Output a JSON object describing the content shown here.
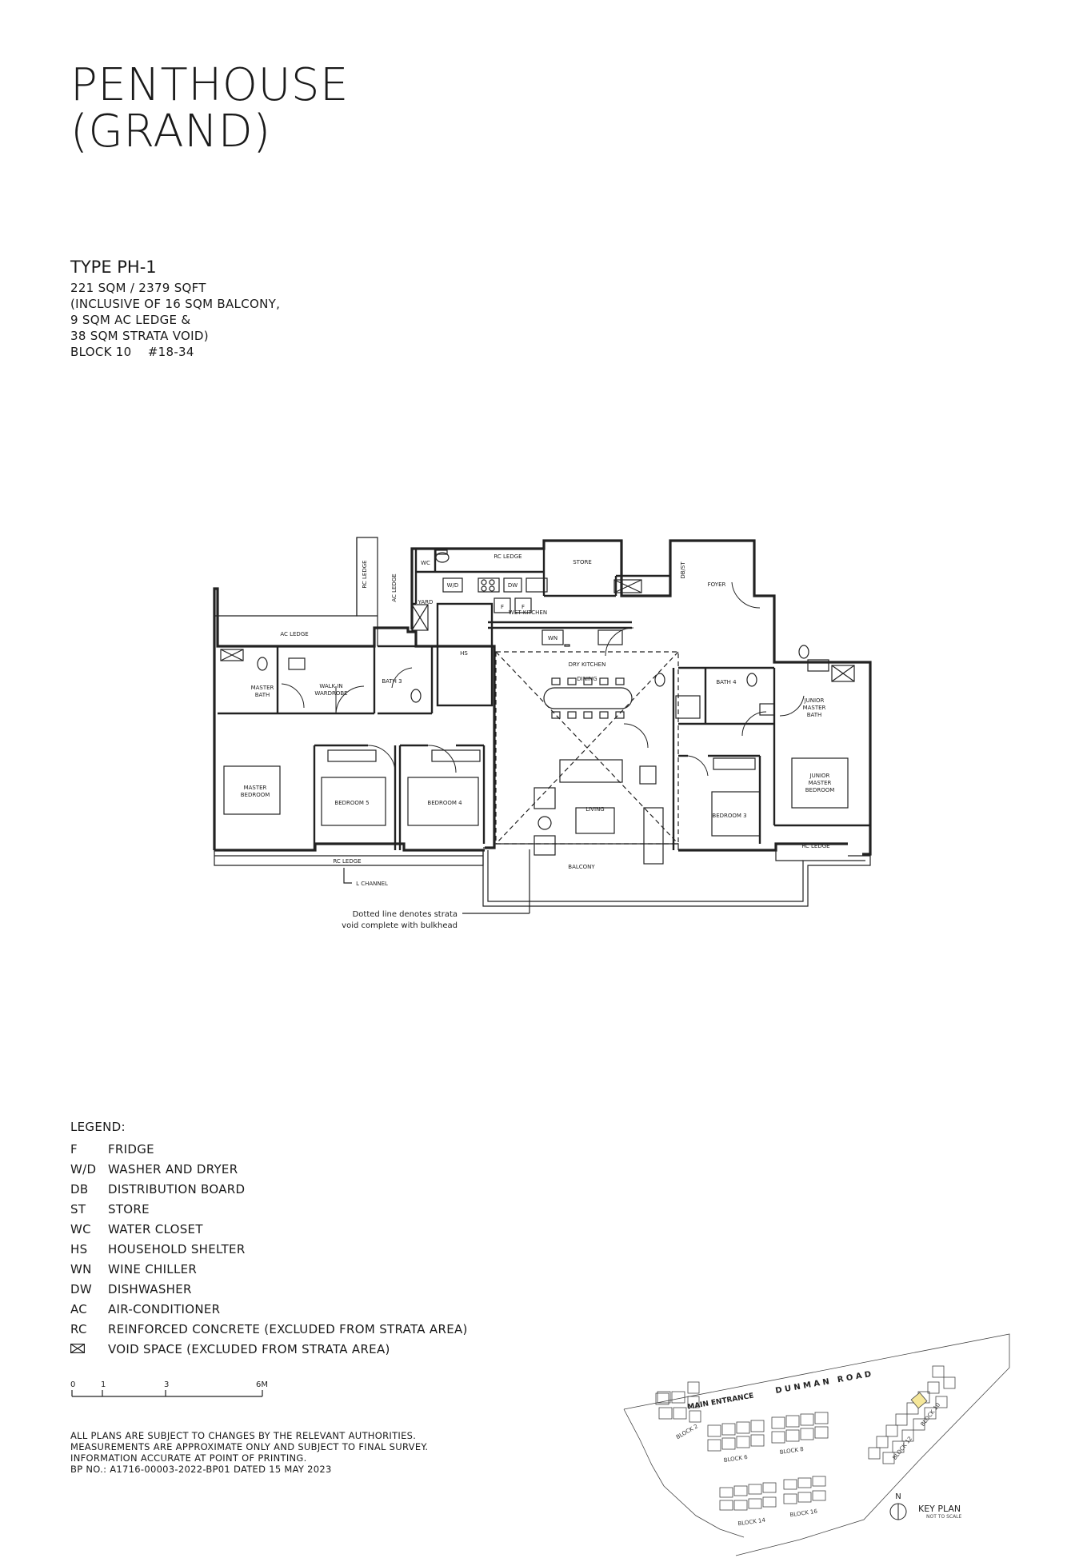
{
  "title": {
    "line1": "PENTHOUSE",
    "line2": "(GRAND)"
  },
  "unit": {
    "type": "TYPE PH-1",
    "area": "221 SQM / 2379 SQFT",
    "inclusive_line1": "(INCLUSIVE OF 16 SQM BALCONY,",
    "inclusive_line2": "9 SQM AC LEDGE &",
    "inclusive_line3": "38 SQM STRATA VOID)",
    "block": "BLOCK 10",
    "unit_no": "#18-34"
  },
  "plan_labels": {
    "rc_ledge_top": "RC LEDGE",
    "rc_ledge_vertical": "RC LEDGE",
    "ac_ledge_vertical": "AC LEDGE",
    "wc": "WC",
    "store": "STORE",
    "db_st": "DB/ST",
    "foyer": "FOYER",
    "wd": "W/D",
    "dw": "DW",
    "yard": "YARD",
    "wet_kitchen": "WET KITCHEN",
    "ac_ledge": "AC LEDGE",
    "f1": "F",
    "f2": "F",
    "wn": "WN",
    "hs": "HS",
    "dry_kitchen": "DRY KITCHEN",
    "dining": "DINING",
    "bath3": "BATH 3",
    "bath4": "BATH 4",
    "master_bath_1": "MASTER",
    "master_bath_2": "BATH",
    "walk_in_1": "WALK IN",
    "walk_in_2": "WARDROBE",
    "junior_master_bath_1": "JUNIOR",
    "junior_master_bath_2": "MASTER",
    "junior_master_bath_3": "BATH",
    "master_bedroom_1": "MASTER",
    "master_bedroom_2": "BEDROOM",
    "bedroom5": "BEDROOM 5",
    "bedroom4": "BEDROOM 4",
    "living": "LIVING",
    "bedroom3": "BEDROOM 3",
    "junior_master_bedroom_1": "JUNIOR",
    "junior_master_bedroom_2": "MASTER",
    "junior_master_bedroom_3": "BEDROOM",
    "rc_ledge_bottom": "RC LEDGE",
    "rc_ledge_right": "RC LEDGE",
    "l_channel": "L CHANNEL",
    "balcony": "BALCONY",
    "note_line1": "Dotted line denotes strata",
    "note_line2": "void complete with bulkhead"
  },
  "legend": {
    "title": "LEGEND:",
    "items": [
      {
        "code": "F",
        "label": "FRIDGE"
      },
      {
        "code": "W/D",
        "label": "WASHER AND DRYER"
      },
      {
        "code": "DB",
        "label": "DISTRIBUTION BOARD"
      },
      {
        "code": "ST",
        "label": "STORE"
      },
      {
        "code": "WC",
        "label": "WATER CLOSET"
      },
      {
        "code": "HS",
        "label": "HOUSEHOLD SHELTER"
      },
      {
        "code": "WN",
        "label": "WINE CHILLER"
      },
      {
        "code": "DW",
        "label": "DISHWASHER"
      },
      {
        "code": "AC",
        "label": "AIR-CONDITIONER"
      },
      {
        "code": "RC",
        "label": "REINFORCED CONCRETE (EXCLUDED FROM STRATA AREA)"
      },
      {
        "code": "void-space-icon",
        "label": "VOID SPACE (EXCLUDED FROM STRATA AREA)"
      }
    ]
  },
  "scale": {
    "t0": "0",
    "t1": "1",
    "t3": "3",
    "t6": "6M"
  },
  "disclaimer": {
    "line1": "ALL PLANS ARE SUBJECT TO CHANGES BY THE RELEVANT AUTHORITIES.",
    "line2": "MEASUREMENTS ARE APPROXIMATE ONLY AND SUBJECT TO FINAL SURVEY.",
    "line3": "INFORMATION ACCURATE AT POINT OF PRINTING.",
    "line4": "BP NO.: A1716-00003-2022-BP01 DATED 15 MAY 2023"
  },
  "keyplan": {
    "main_entrance": "MAIN ENTRANCE",
    "road": "D U N M A N   R O A D",
    "block6": "BLOCK 6",
    "block8": "BLOCK 8",
    "block10": "BLOCK 10",
    "block12": "BLOCK 12",
    "block2": "BLOCK 2",
    "block14": "BLOCK 14",
    "block16": "BLOCK 16",
    "north": "N",
    "title": "KEY PLAN",
    "subtitle": "NOT TO SCALE",
    "highlight_color": "#f5e79a"
  }
}
